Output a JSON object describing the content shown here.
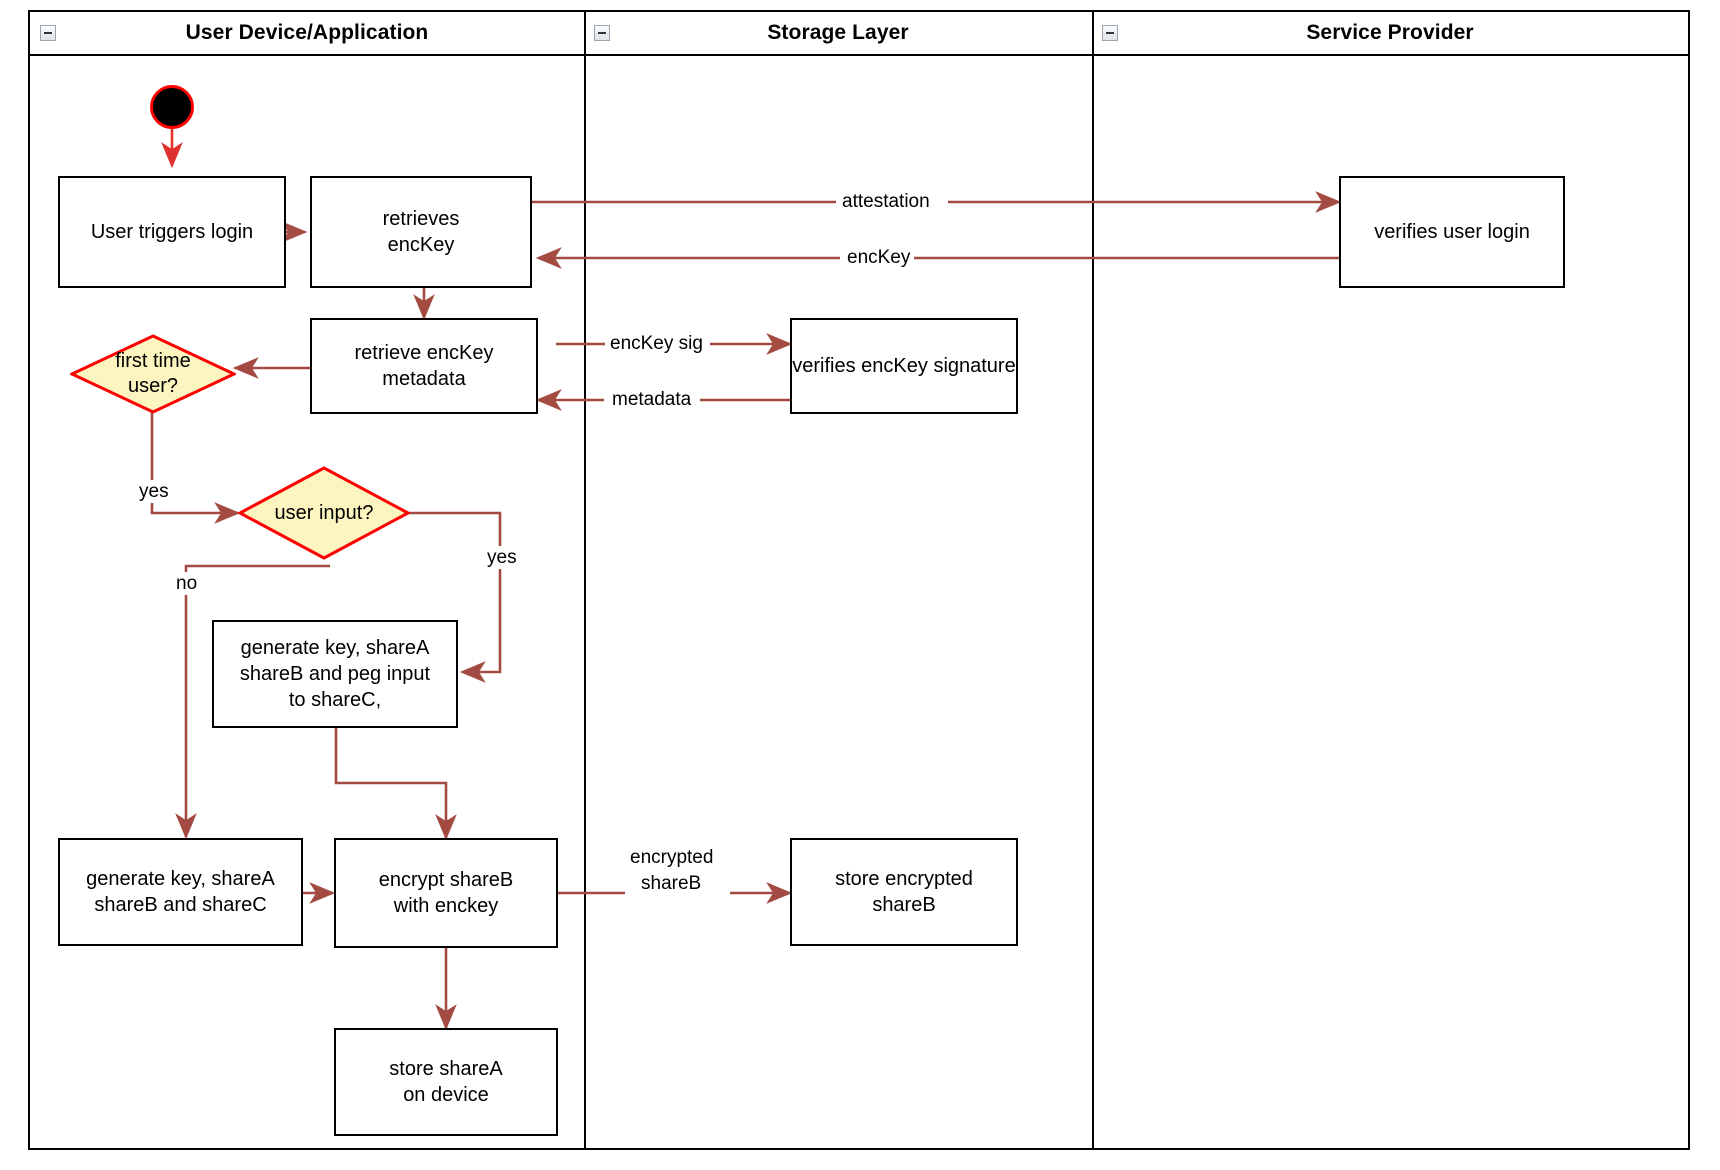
{
  "diagram": {
    "type": "uml-activity-swimlane",
    "accent_arrow_color": "#a34b42",
    "decision_border_color": "#ff0000",
    "decision_fill_color": "#fdf5c0",
    "node_border_color": "#000000",
    "start_node_fill": "#000000",
    "start_node_border": "#ff0000"
  },
  "lanes": [
    {
      "id": "user-device",
      "title": "User Device/Application",
      "collapse_icon": "minus-icon"
    },
    {
      "id": "storage-layer",
      "title": "Storage Layer",
      "collapse_icon": "minus-icon"
    },
    {
      "id": "service-provider",
      "title": "Service Provider",
      "collapse_icon": "minus-icon"
    }
  ],
  "nodes": {
    "start": {
      "icon": "start-node-icon"
    },
    "user_triggers_login": {
      "label": "User triggers login"
    },
    "retrieves_enckey": {
      "label_line1": "retrieves",
      "label_line2": "encKey"
    },
    "verifies_user_login": {
      "label": "verifies user login"
    },
    "retrieve_enckey_metadata": {
      "label_line1": "retrieve encKey",
      "label_line2": "metadata"
    },
    "verifies_enckey_signature": {
      "label": "verifies encKey signature"
    },
    "first_time_user": {
      "label_line1": "first time",
      "label_line2": "user?"
    },
    "user_input": {
      "label": "user input?"
    },
    "generate_peg": {
      "label_line1": "generate key, shareA",
      "label_line2": "shareB and peg input",
      "label_line3": "to shareC,"
    },
    "generate_shares": {
      "label_line1": "generate key, shareA",
      "label_line2": "shareB and shareC"
    },
    "encrypt_shareb": {
      "label_line1": "encrypt shareB",
      "label_line2": "with enckey"
    },
    "store_encrypted_shareb": {
      "label_line1": "store encrypted",
      "label_line2": "shareB"
    },
    "store_sharea": {
      "label_line1": "store shareA",
      "label_line2": "on device"
    }
  },
  "edge_labels": {
    "attestation": "attestation",
    "enckey": "encKey",
    "enckey_sig": "encKey sig",
    "metadata": "metadata",
    "yes_first_time": "yes",
    "yes_user_input": "yes",
    "no_user_input": "no",
    "encrypted_shareb_l1": "encrypted",
    "encrypted_shareb_l2": "shareB"
  }
}
